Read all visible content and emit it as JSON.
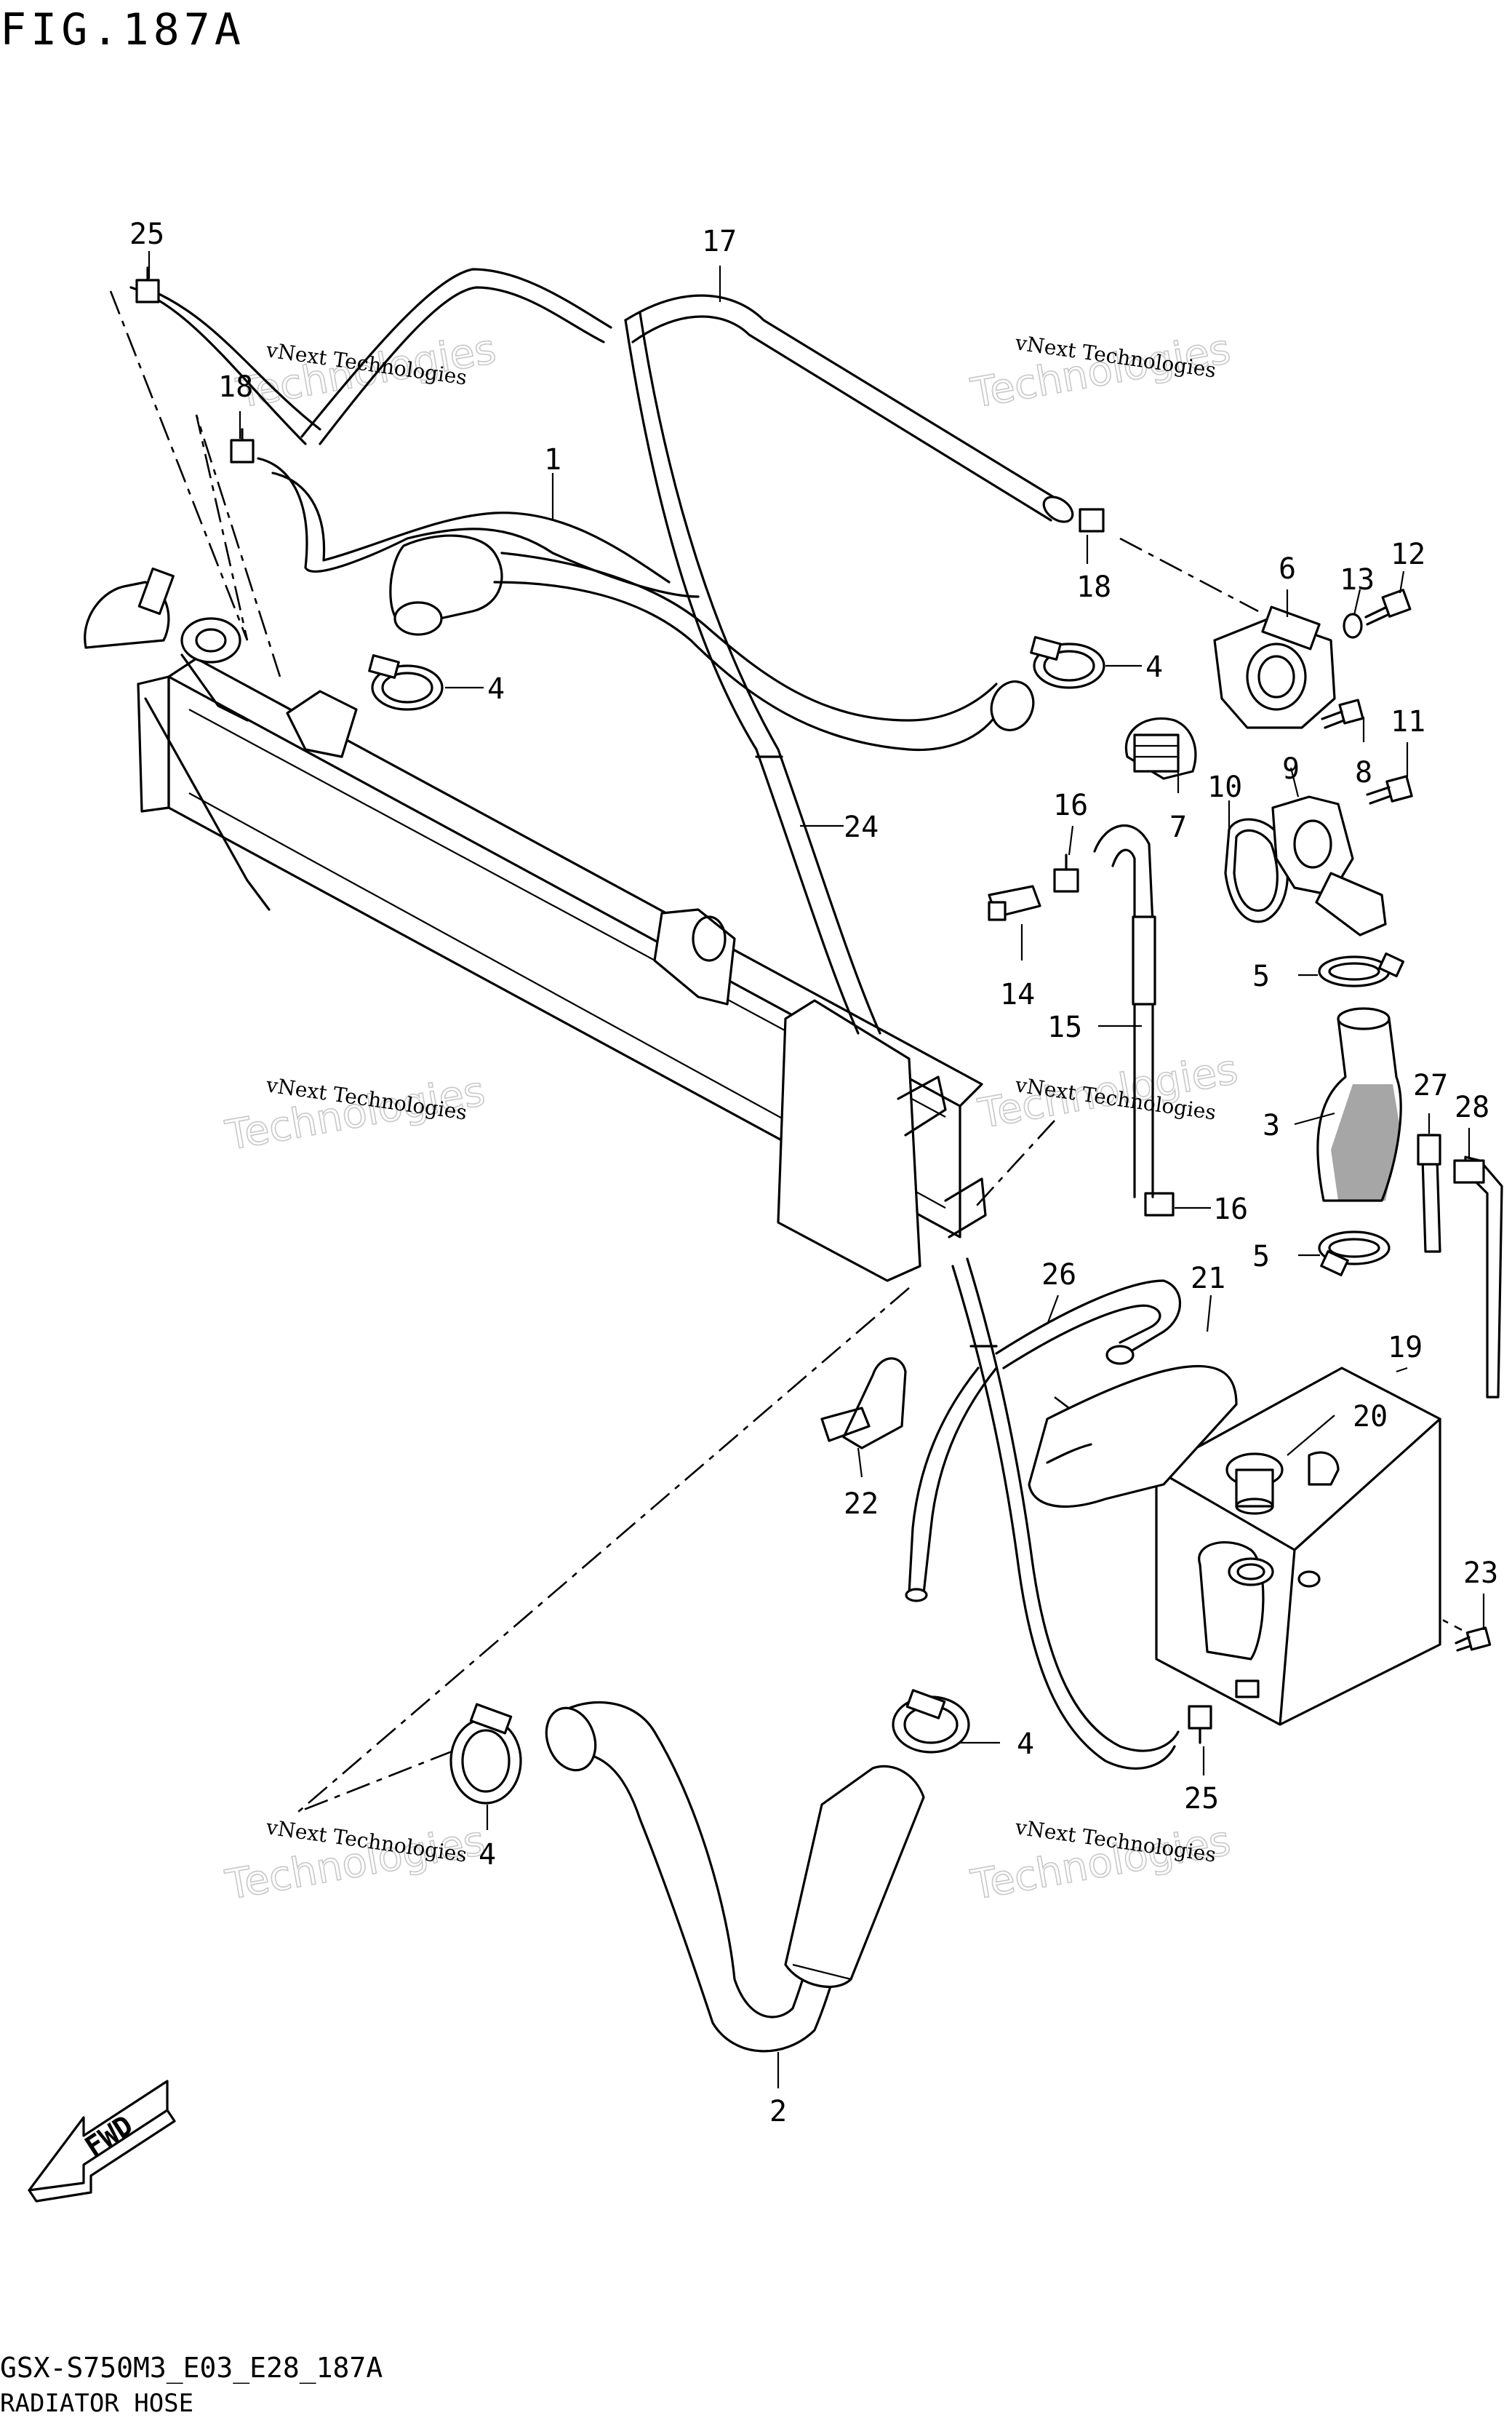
{
  "figure": {
    "title": "FIG.187A",
    "model_code": "GSX-S750M3_E03_E28_187A",
    "section_name": "RADIATOR HOSE"
  },
  "watermark": {
    "line1": "vNext Technologies",
    "line2": "Technologies"
  },
  "callouts": {
    "c1": "1",
    "c2": "2",
    "c3": "3",
    "c4a": "4",
    "c4b": "4",
    "c4c": "4",
    "c4d": "4",
    "c5a": "5",
    "c5b": "5",
    "c6": "6",
    "c7": "7",
    "c8": "8",
    "c9": "9",
    "c10": "10",
    "c11": "11",
    "c12": "12",
    "c13": "13",
    "c14": "14",
    "c15": "15",
    "c16a": "16",
    "c16b": "16",
    "c17": "17",
    "c18a": "18",
    "c18b": "18",
    "c19": "19",
    "c20": "20",
    "c21": "21",
    "c22": "22",
    "c23": "23",
    "c24": "24",
    "c25a": "25",
    "c25b": "25",
    "c26": "26",
    "c27": "27",
    "c28": "28"
  },
  "fwd_label": "FWD",
  "icon": "fwd-arrow-icon"
}
